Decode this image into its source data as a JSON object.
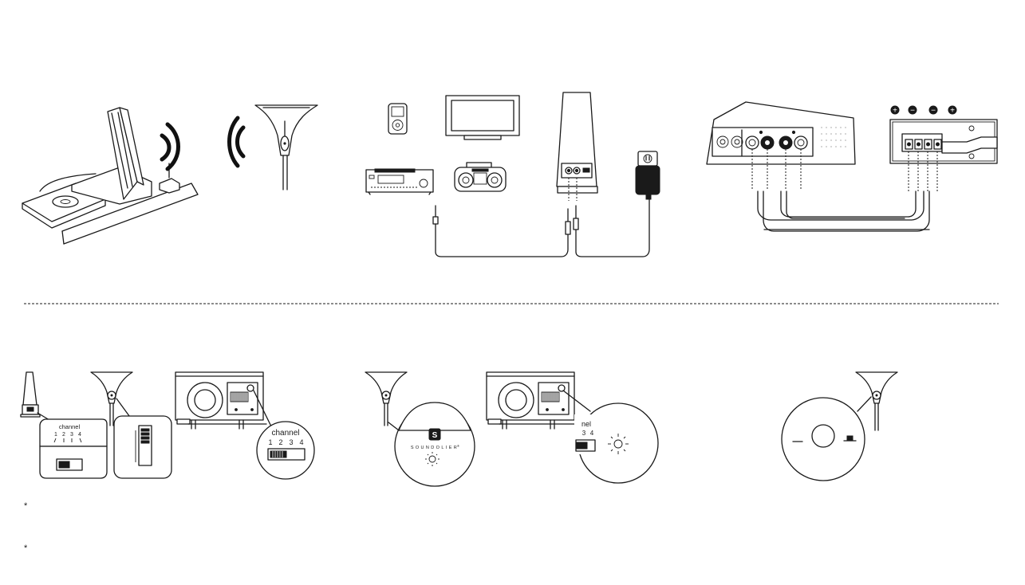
{
  "labels": {
    "channel_small": "channel",
    "channel_large": "channel",
    "channel_partial": "nel",
    "ch1": "1",
    "ch2": "2",
    "ch3": "3",
    "ch4": "4",
    "ch3_partial": "3",
    "ch4_partial": "4",
    "brand": "SOUNDOLIER",
    "brand_reg": "®",
    "footnote_1": "*",
    "footnote_2": "*"
  },
  "icons": [
    "dock-transmitter",
    "wireless-waves-icon",
    "pendant-speaker",
    "ipod-icon",
    "tv-icon",
    "receiver-icon",
    "boombox-icon",
    "transmitter-tower",
    "power-adapter-icon",
    "audio-cable",
    "amplifier-terminals",
    "speaker-terminal-block",
    "subwoofer",
    "channel-switch",
    "light-icon",
    "soundolier-logo"
  ],
  "polarity_marks": [
    "+",
    "−",
    "−",
    "+"
  ]
}
